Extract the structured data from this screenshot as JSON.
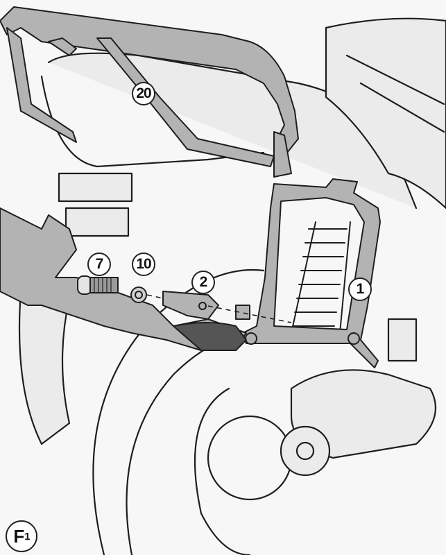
{
  "figure": {
    "label": "F",
    "label_sub": "1",
    "subject": "motorcycle rear side rack installation diagram"
  },
  "colors": {
    "background": "#f7f7f7",
    "part_fill": "#b3b3b3",
    "body_fill": "#ebebeb",
    "outline": "#1e1e1e",
    "callout_fill": "#ffffff"
  },
  "callouts": [
    {
      "id": "20",
      "label": "20",
      "part": "top rack frame"
    },
    {
      "id": "7",
      "label": "7",
      "part": "bolt with spacer"
    },
    {
      "id": "10",
      "label": "10",
      "part": "washer"
    },
    {
      "id": "2",
      "label": "2",
      "part": "mounting bracket"
    },
    {
      "id": "1",
      "label": "1",
      "part": "side pannier frame"
    }
  ]
}
